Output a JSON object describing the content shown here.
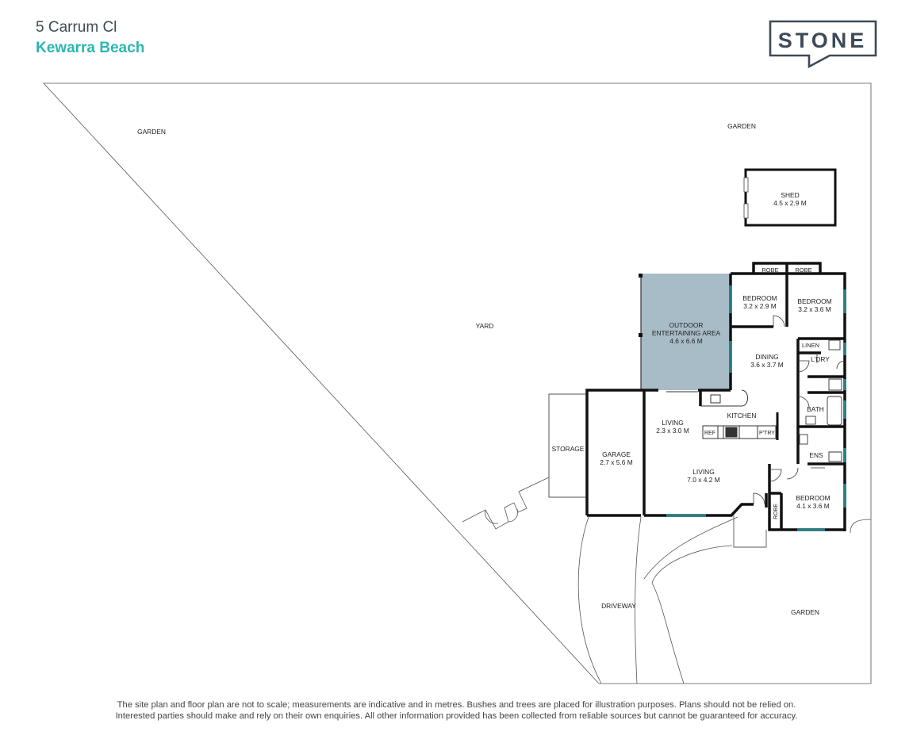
{
  "header": {
    "address_line1": "5 Carrum Cl",
    "address_line2": "Kewarra Beach"
  },
  "logo": {
    "text": "STONE"
  },
  "colors": {
    "accent": "#2ab7b1",
    "heading": "#3d4a57",
    "outdoor_fill": "#a7bcc6",
    "wall": "#111111",
    "window": "#2a7f86"
  },
  "site": {
    "garden_nw": "GARDEN",
    "garden_ne": "GARDEN",
    "yard": "YARD",
    "driveway": "DRIVEWAY",
    "garden_se": "GARDEN"
  },
  "rooms": {
    "shed": {
      "name": "SHED",
      "dims": "4.5 x 2.9 M"
    },
    "robe1": {
      "name": "ROBE"
    },
    "robe2": {
      "name": "ROBE"
    },
    "bedroom1": {
      "name": "BEDROOM",
      "dims": "3.2 x 2.9 M"
    },
    "bedroom2": {
      "name": "BEDROOM",
      "dims": "3.2 x 3.6 M"
    },
    "outdoor": {
      "name_line1": "OUTDOOR",
      "name_line2": "ENTERTAINING AREA",
      "dims": "4.6 x 6.6 M"
    },
    "dining": {
      "name": "DINING",
      "dims": "3.6 x 3.7 M"
    },
    "linen": {
      "name": "LINEN"
    },
    "laundry": {
      "name": "L'DRY"
    },
    "bath": {
      "name": "BATH"
    },
    "ensuite": {
      "name": "ENS"
    },
    "kitchen": {
      "name": "KITCHEN"
    },
    "ref": {
      "name": "REF"
    },
    "pantry": {
      "name": "P'TRY"
    },
    "living_small": {
      "name": "LIVING",
      "dims": "2.3 x 3.0 M"
    },
    "living_main": {
      "name": "LIVING",
      "dims": "7.0 x 4.2 M"
    },
    "garage": {
      "name": "GARAGE",
      "dims": "2.7 x 5.6 M"
    },
    "storage": {
      "name": "STORAGE"
    },
    "bedroom3": {
      "name": "BEDROOM",
      "dims": "4.1 x 3.6 M"
    },
    "robe3": {
      "name": "ROBE"
    }
  },
  "disclaimer": {
    "line1": "The site plan and floor plan are not to scale; measurements are indicative and in metres. Bushes and trees are placed for illustration purposes. Plans should not be relied on.",
    "line2": "Interested parties should make and rely on their own enquiries. All other information provided has been collected from reliable sources but cannot be guaranteed for accuracy."
  }
}
